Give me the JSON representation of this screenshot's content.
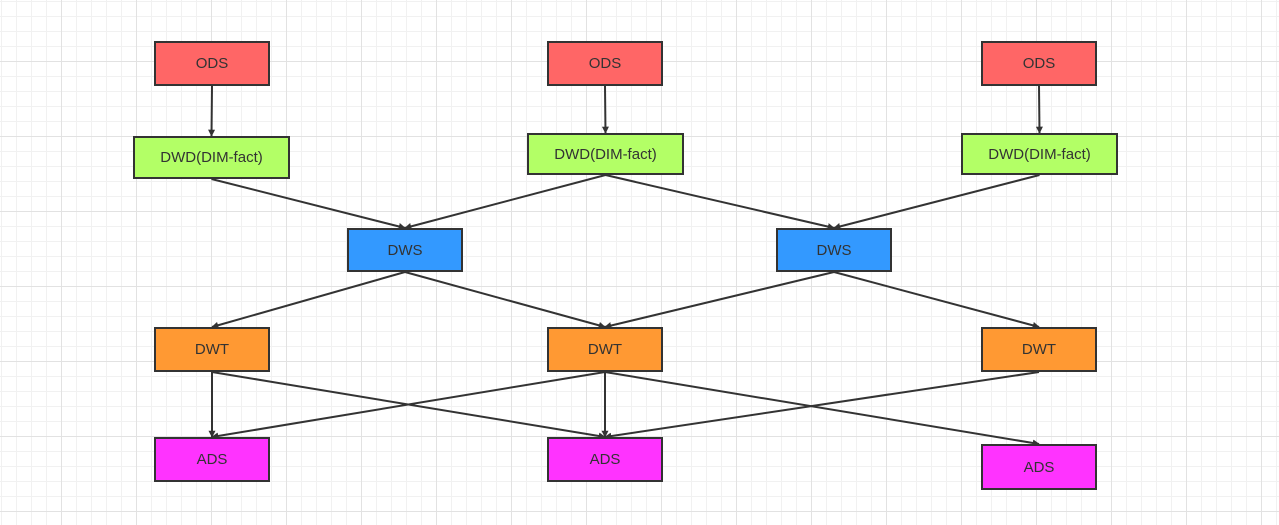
{
  "colors": {
    "ods": "#ff6666",
    "dwd": "#b3ff66",
    "dws": "#3399ff",
    "dwt": "#ff9933",
    "ads": "#ff33ff",
    "edge": "#333333",
    "border": "#333333"
  },
  "nodes": {
    "ods_1": "ODS",
    "ods_2": "ODS",
    "ods_3": "ODS",
    "dwd_1": "DWD(DIM-fact)",
    "dwd_2": "DWD(DIM-fact)",
    "dwd_3": "DWD(DIM-fact)",
    "dws_1": "DWS",
    "dws_2": "DWS",
    "dwt_1": "DWT",
    "dwt_2": "DWT",
    "dwt_3": "DWT",
    "ads_1": "ADS",
    "ads_2": "ADS",
    "ads_3": "ADS"
  },
  "edges": [
    {
      "from": "ods_1",
      "to": "dwd_1"
    },
    {
      "from": "ods_2",
      "to": "dwd_2"
    },
    {
      "from": "ods_3",
      "to": "dwd_3"
    },
    {
      "from": "dwd_1",
      "to": "dws_1"
    },
    {
      "from": "dwd_2",
      "to": "dws_1"
    },
    {
      "from": "dwd_2",
      "to": "dws_2"
    },
    {
      "from": "dwd_3",
      "to": "dws_2"
    },
    {
      "from": "dws_1",
      "to": "dwt_1"
    },
    {
      "from": "dws_1",
      "to": "dwt_2"
    },
    {
      "from": "dws_2",
      "to": "dwt_2"
    },
    {
      "from": "dws_2",
      "to": "dwt_3"
    },
    {
      "from": "dwt_1",
      "to": "ads_1"
    },
    {
      "from": "dwt_1",
      "to": "ads_2"
    },
    {
      "from": "dwt_2",
      "to": "ads_1"
    },
    {
      "from": "dwt_2",
      "to": "ads_2"
    },
    {
      "from": "dwt_2",
      "to": "ads_3"
    },
    {
      "from": "dwt_3",
      "to": "ads_2"
    }
  ]
}
